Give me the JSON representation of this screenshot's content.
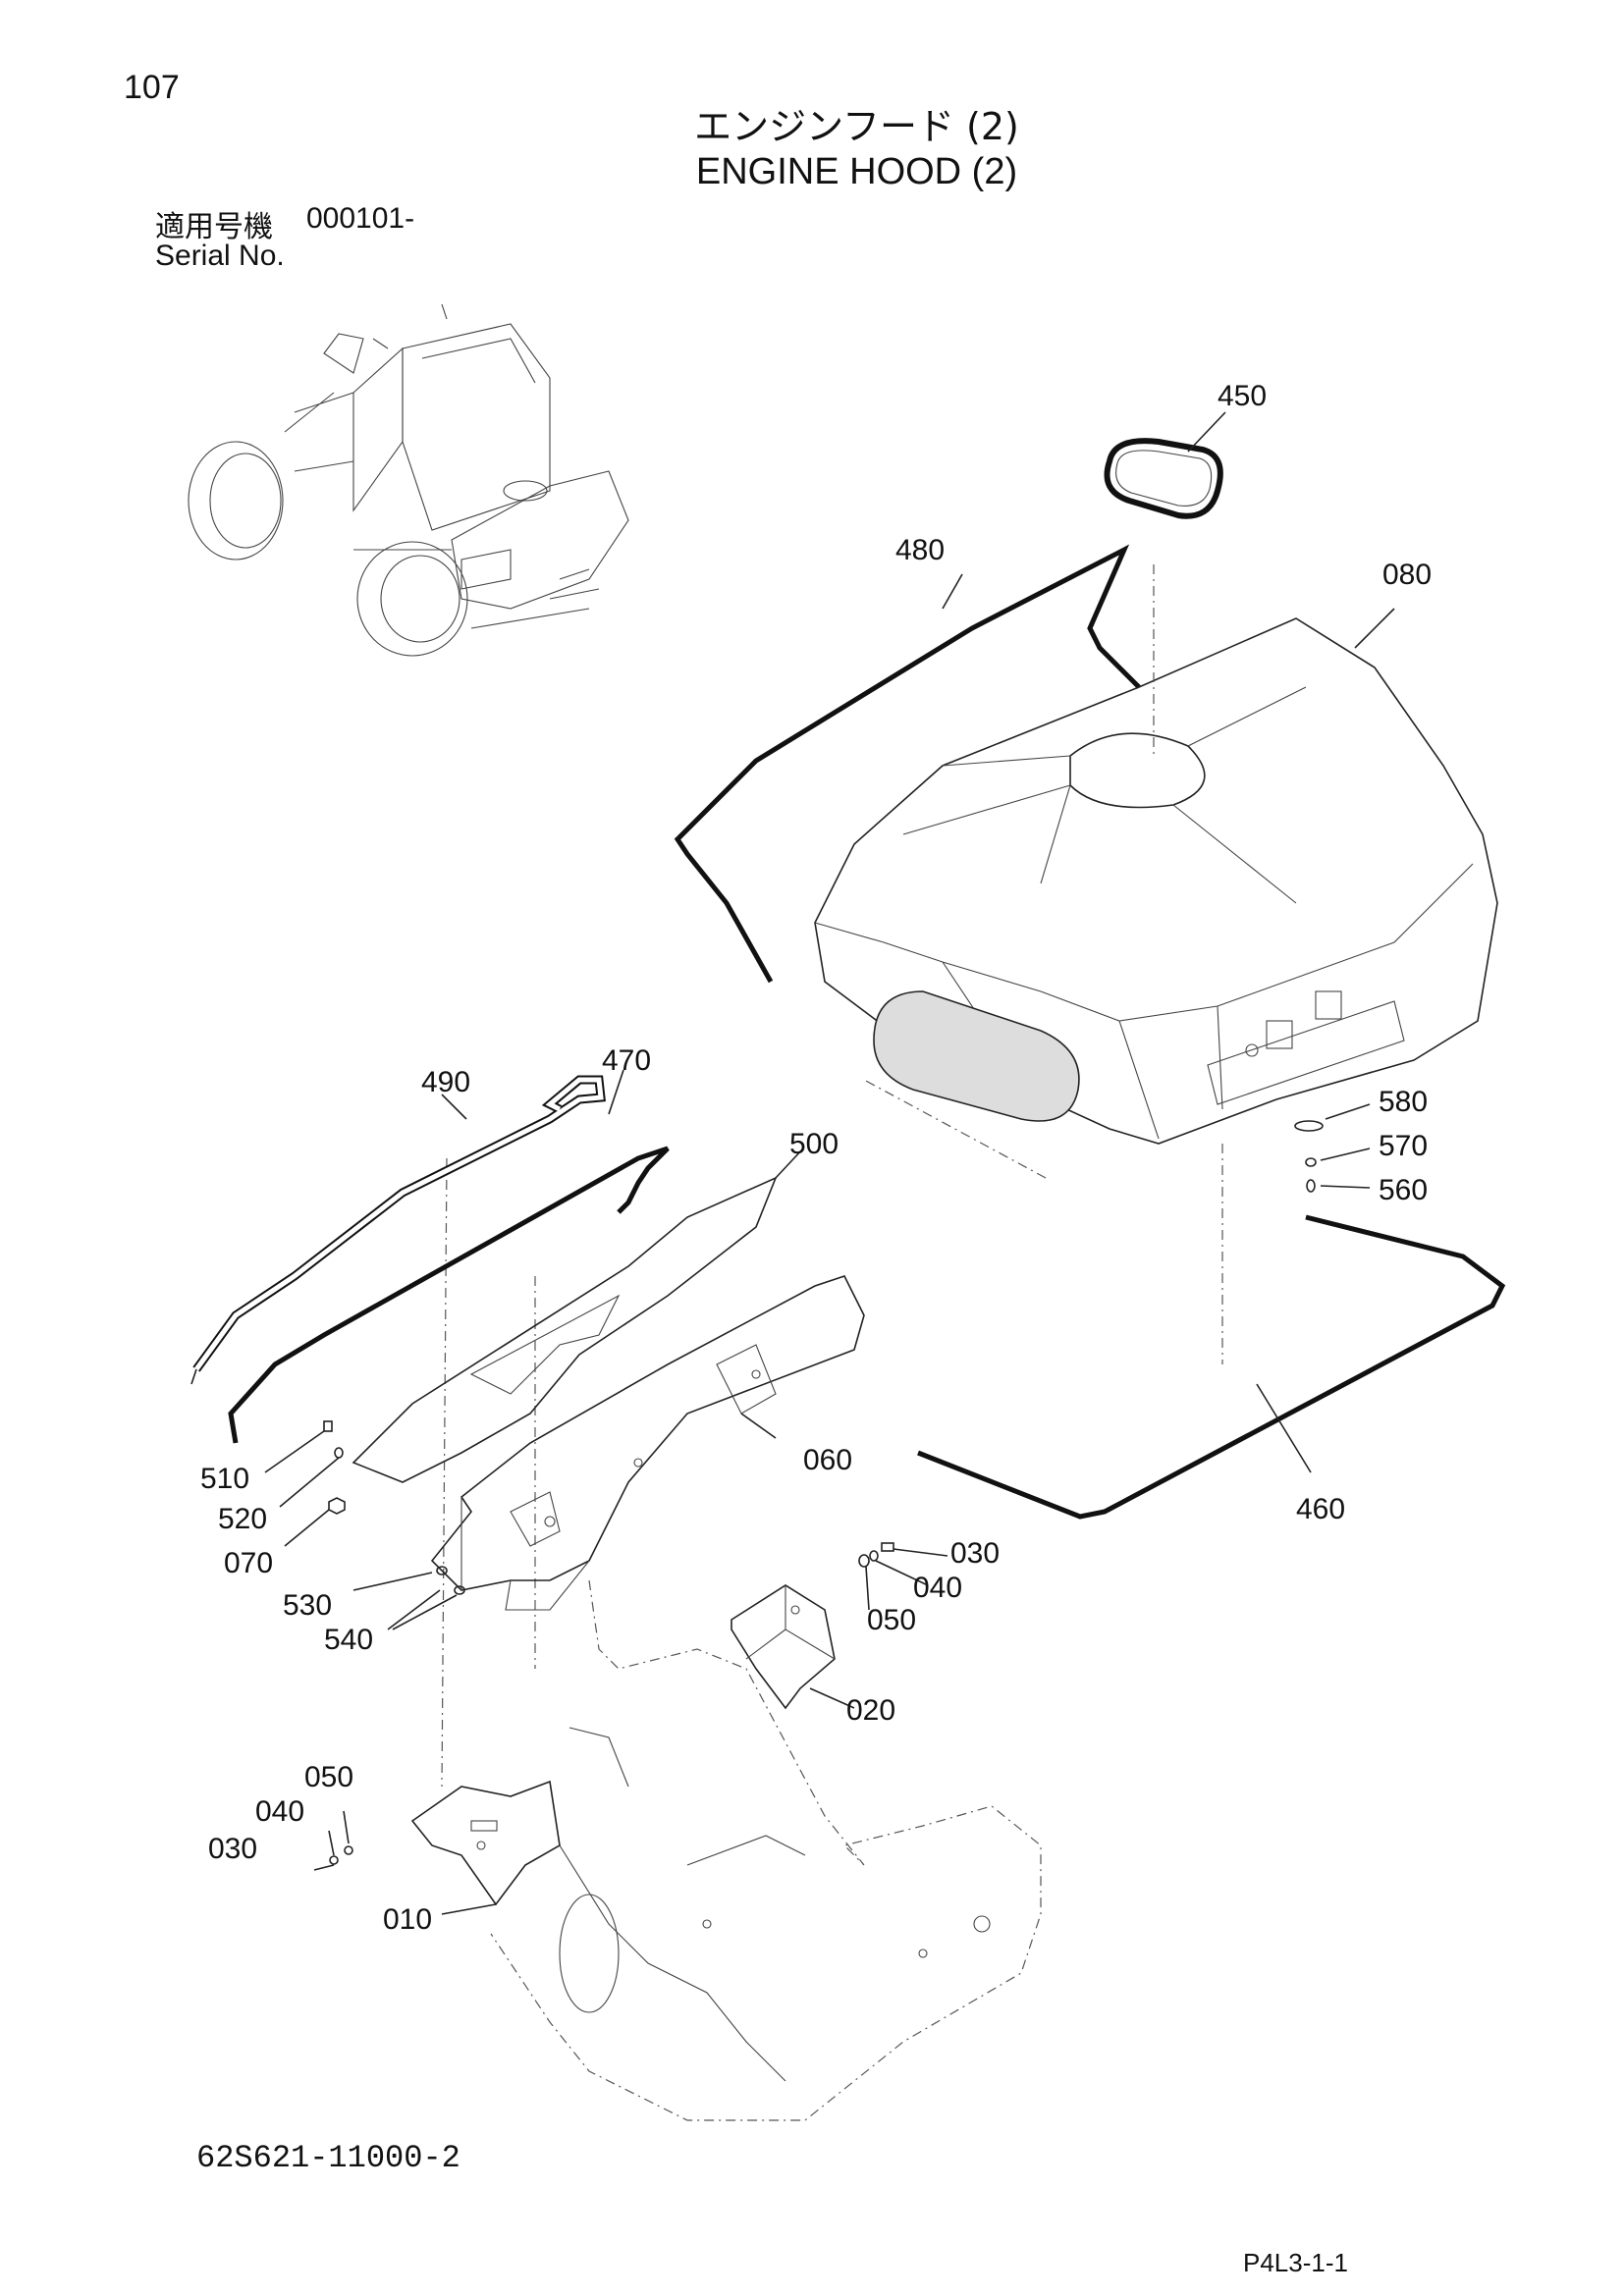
{
  "header": {
    "page_number": "107",
    "title_jp": "エンジンフード (2)",
    "title_en": "ENGINE HOOD (2)",
    "serial_label_jp": "適用号機",
    "serial_value": "000101-",
    "serial_label_en": "Serial No."
  },
  "footer": {
    "drawing_number": "62S621-11000-2",
    "page_code": "P4L3-1-1"
  },
  "callouts": {
    "c450": "450",
    "c480": "480",
    "c080": "080",
    "c490": "490",
    "c470": "470",
    "c500": "500",
    "c580": "580",
    "c570": "570",
    "c560": "560",
    "c510": "510",
    "c520": "520",
    "c070": "070",
    "c060": "060",
    "c530": "530",
    "c540": "540",
    "c460": "460",
    "c030a": "030",
    "c040a": "040",
    "c050a": "050",
    "c020": "020",
    "c050b": "050",
    "c040b": "040",
    "c030b": "030",
    "c010": "010"
  }
}
